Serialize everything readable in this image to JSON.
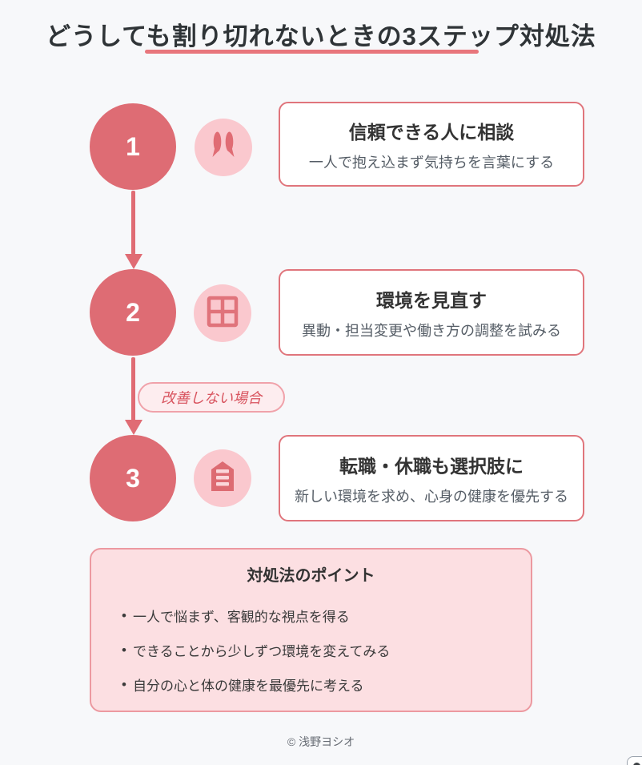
{
  "page": {
    "title": "どうしても割り切れないときの3ステップ対処法",
    "footer": "© 浅野ヨシオ",
    "bullet_glyph": "•"
  },
  "steps": [
    {
      "number": "1",
      "icon": "two-people-talk-icon",
      "title": "信頼できる人に相談",
      "description": "一人で抱え込まず気持ちを言葉にする"
    },
    {
      "number": "2",
      "icon": "grid-window-icon",
      "title": "環境を見直す",
      "description": "異動・担当変更や働き方の調整を試みる"
    },
    {
      "number": "3",
      "icon": "document-list-icon",
      "title": "転職・休職も選択肢に",
      "description": "新しい環境を求め、心身の健康を優先する"
    }
  ],
  "connector": {
    "label": "改善しない場合"
  },
  "points": {
    "title": "対処法のポイント",
    "items": [
      "一人で悩まず、客観的な視点を得る",
      "できることから少しずつ環境を変えてみる",
      "自分の心と体の健康を最優先に考える"
    ]
  },
  "colors": {
    "background": "#f7f8fa",
    "accent_red": "#e06c74",
    "circle_red": "#de6c74",
    "light_pink": "#fac8ce",
    "box_border": "#e0757c",
    "points_bg": "#fcdfe2",
    "pill_text": "#d8535e",
    "title_text": "#2f3437",
    "underline": "#e8767c"
  }
}
